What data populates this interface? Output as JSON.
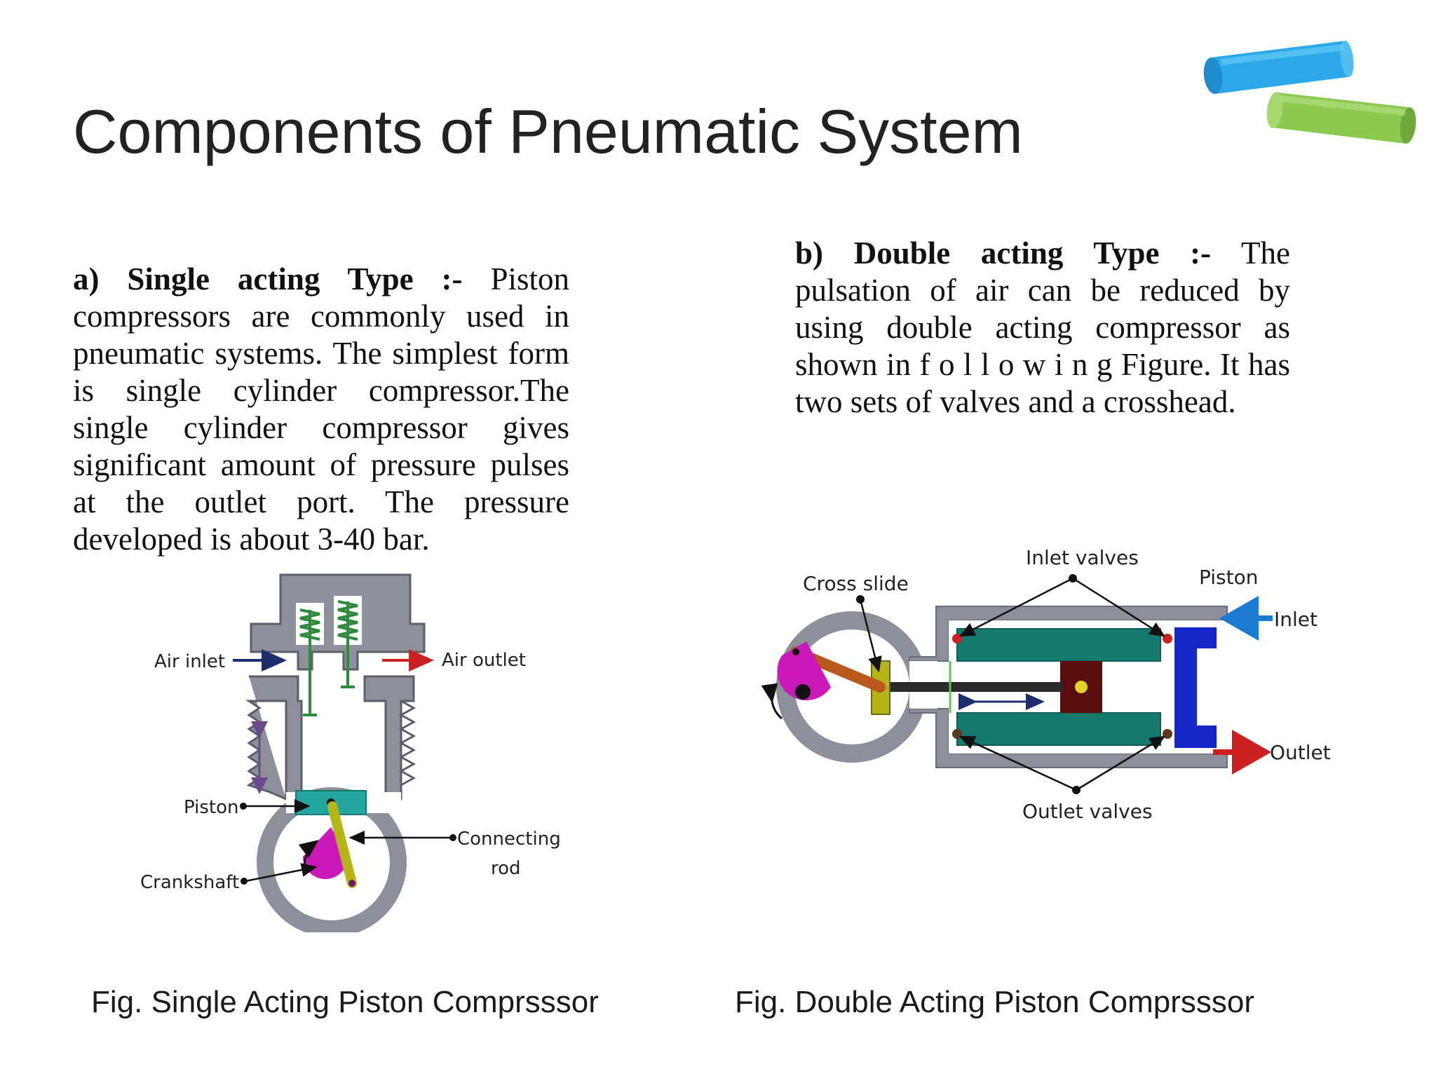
{
  "slide": {
    "title": "Components of Pneumatic System"
  },
  "section_a": {
    "heading": "a)  Single  acting  Type  :-",
    "body": " Piston compressors are commonly used in pneumatic systems. The simplest form is single cylinder compressor.The single cylinder compressor gives significant amount of pressure pulses at the outlet port. The pressure developed is about 3-40 bar."
  },
  "section_b": {
    "heading": "b)  Double  acting   Type  :-",
    "body": " The pulsation of air can be reduced by using double acting compressor as shown in f o l l o w i n g  Figure. It has two sets of valves and a crosshead."
  },
  "figure_single": {
    "caption": "Fig. Single Acting Piston Comprsssor",
    "labels": {
      "air_inlet": "Air inlet",
      "air_outlet": "Air outlet",
      "piston": "Piston",
      "crankshaft": "Crankshaft",
      "connecting": "Connecting",
      "rod": "rod"
    }
  },
  "figure_double": {
    "caption": "Fig. Double Acting Piston Comprsssor",
    "labels": {
      "inlet_valves": "Inlet valves",
      "cross_slide": "Cross slide",
      "piston": "Piston",
      "inlet": "Inlet",
      "outlet": "Outlet",
      "outlet_valves": "Outlet valves"
    }
  },
  "colors": {
    "chalk_blue": "#2aa8e8",
    "chalk_green": "#8cc94f",
    "cylinder_gray": "#8d8f9a",
    "piston_teal": "#23a5a0",
    "piston_dark_teal": "#157a6e",
    "crank_magenta": "#cc18b8",
    "rod_olive": "#b5b51a",
    "rod_brown": "#b8581a",
    "valve_green": "#2f8a3a",
    "arrow_navy": "#1d2e6e",
    "arrow_red": "#cc1f1f",
    "arrow_blue": "#1a7bd1",
    "crosshead_maroon": "#5a0d0d",
    "end_blue": "#1428c8"
  }
}
